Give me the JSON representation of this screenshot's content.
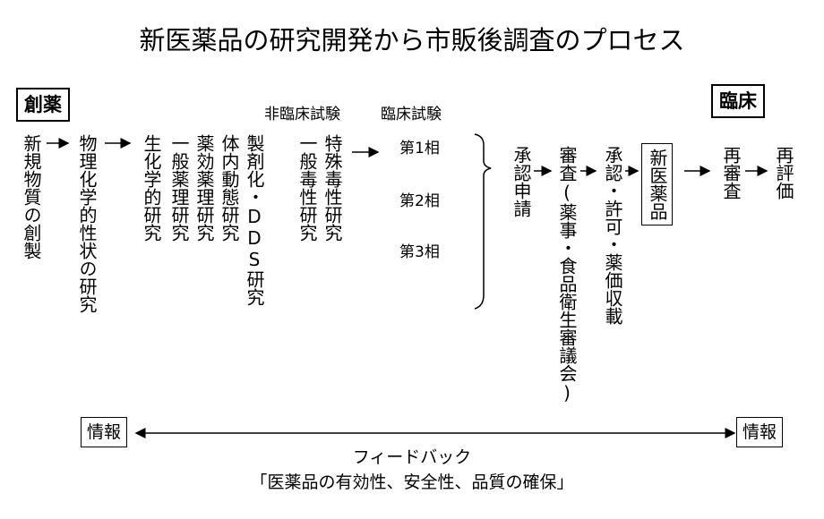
{
  "title": "新医薬品の研究開発から市販後調査のプロセス",
  "labels": {
    "drug_discovery": "創薬",
    "clinical": "臨床",
    "nonclinical_test": "非臨床試験",
    "clinical_test": "臨床試験"
  },
  "steps": {
    "new_substance": "新規物質の創製",
    "physchem": "物理化学的性状の研究",
    "biochem": "生化学的研究",
    "general_pharm": "一般薬理研究",
    "pharmacology": "薬効薬理研究",
    "pk": "体内動態研究",
    "formulation": "製剤化・DDS研究",
    "general_tox": "一般毒性研究",
    "special_tox": "特殊毒性研究",
    "phase1": "第1相",
    "phase2": "第2相",
    "phase3": "第3相",
    "application": "承認申請",
    "review": "審査(薬事・食品衛生審議会)",
    "approval": "承認・許可・薬価収載",
    "new_drug": "新医薬品",
    "reexamination": "再審査",
    "reevaluation": "再評価"
  },
  "feedback": {
    "info_left": "情報",
    "info_right": "情報",
    "label": "フィードバック",
    "caption": "「医薬品の有効性、安全性、品質の確保」"
  }
}
